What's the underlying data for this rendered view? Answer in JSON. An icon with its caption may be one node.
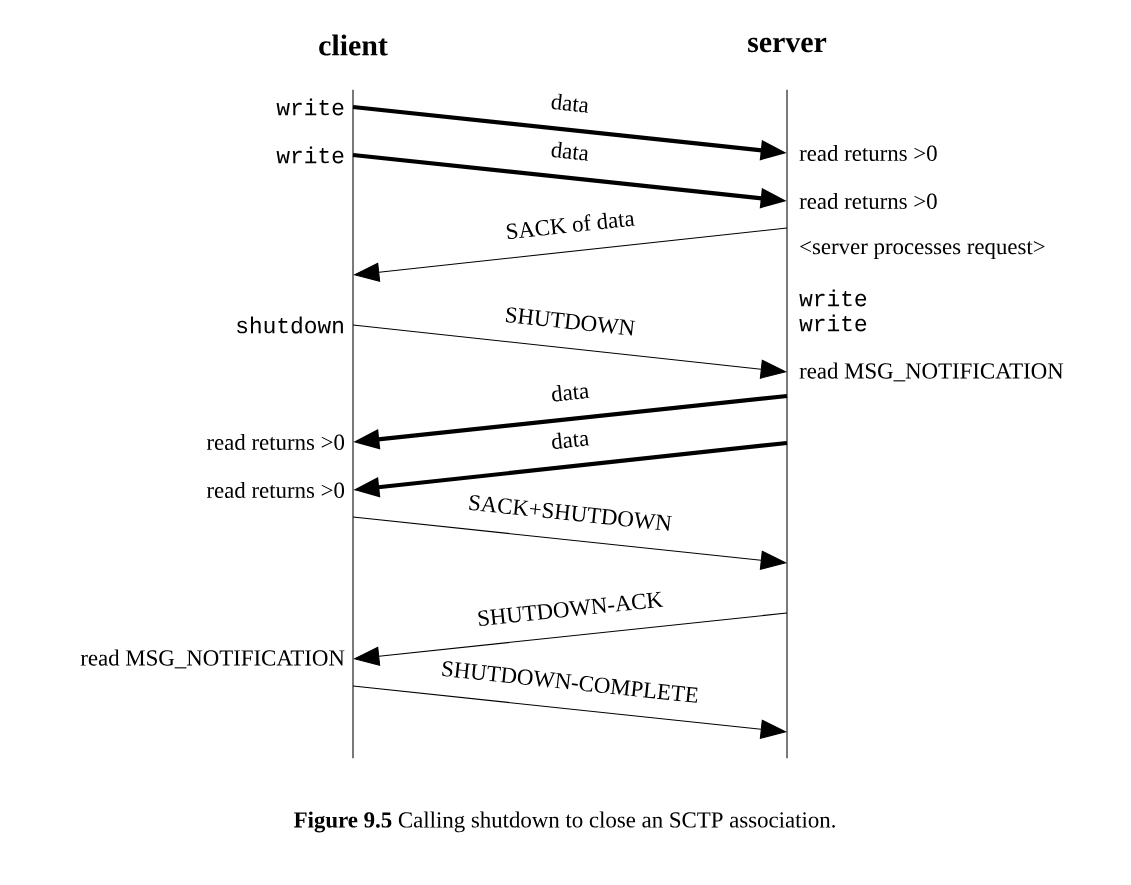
{
  "diagram": {
    "caption": "**Figure 9.5** Calling shutdown to close an SCTP association.",
    "nodes": [
      {
        "text": [
          "client"
        ]
      },
      {
        "text": [
          "server"
        ]
      }
    ],
    "edges": [
      {
        "from": 0,
        "to": 1,
        "arrow": "to",
        "label": "data",
        "style": "thick"
      },
      {
        "from": 0,
        "to": 1,
        "arrow": "to",
        "label": "data",
        "style": "thick"
      },
      {
        "from": 1,
        "to": 0,
        "arrow": "to",
        "label": "SACK of data"
      },
      {
        "from": 0,
        "to": 1,
        "arrow": "to",
        "label": "SHUTDOWN"
      },
      {
        "from": 1,
        "to": 0,
        "arrow": "to",
        "label": "data",
        "style": "thick"
      },
      {
        "from": 1,
        "to": 0,
        "arrow": "to",
        "label": "data",
        "style": "thick"
      },
      {
        "from": 0,
        "to": 1,
        "arrow": "to",
        "label": "SACK+SHUTDOWN"
      },
      {
        "from": 1,
        "to": 0,
        "arrow": "to",
        "label": "SHUTDOWN-ACK"
      },
      {
        "from": 0,
        "to": 1,
        "arrow": "to",
        "label": "SHUTDOWN-COMPLETE"
      }
    ],
    "labels": [
      "write",
      "read returns >0",
      "write",
      "read returns >0",
      "<server processes request>",
      "write",
      "write",
      "shutdown",
      "read MSG_NOTIFICATION",
      "read returns >0",
      "read returns >0",
      "read MSG_NOTIFICATION"
    ]
  }
}
